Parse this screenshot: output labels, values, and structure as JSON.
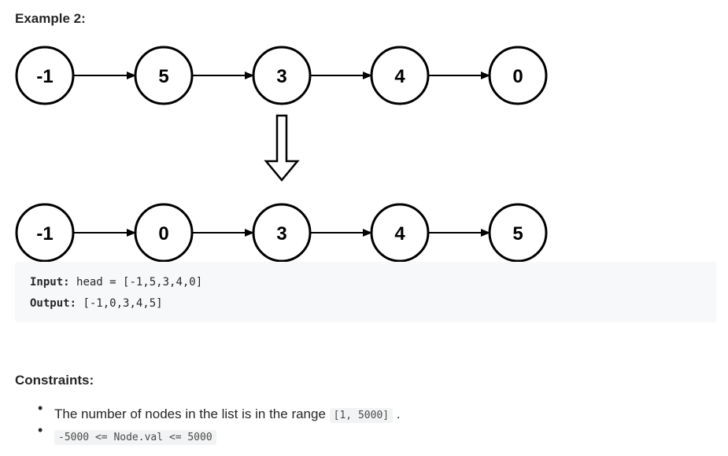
{
  "example": {
    "heading": "Example 2:",
    "before_nodes": [
      "-1",
      "5",
      "3",
      "4",
      "0"
    ],
    "after_nodes": [
      "-1",
      "0",
      "3",
      "4",
      "5"
    ],
    "input_label": "Input:",
    "input_value": "head = [-1,5,3,4,0]",
    "output_label": "Output:",
    "output_value": "[-1,0,3,4,5]"
  },
  "constraints": {
    "title": "Constraints:",
    "item1_text": "The number of nodes in the list is in the range ",
    "item1_code": "[1, 5000]",
    "item1_end": ".",
    "item2_code": "-5000 <= Node.val <= 5000"
  }
}
